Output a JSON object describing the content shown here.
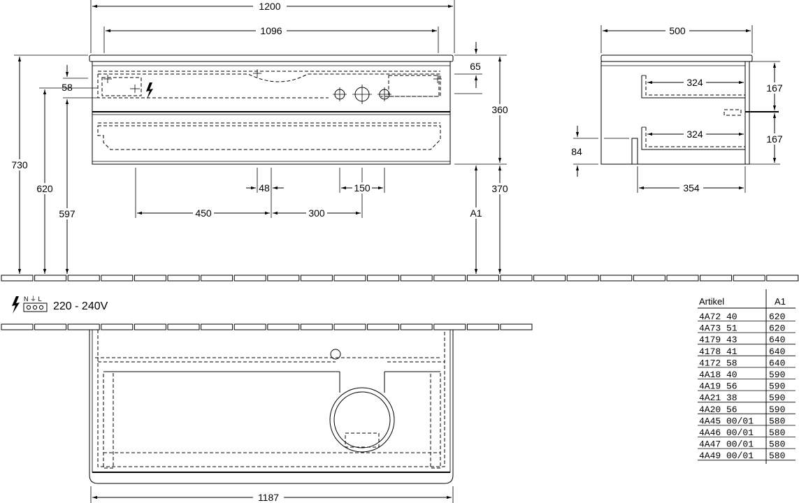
{
  "dimensions": {
    "overall_width": "1200",
    "top_width": "1096",
    "depth": "500",
    "offset_65": "65",
    "height_360": "360",
    "height_370": "370",
    "height_730": "730",
    "height_620": "620",
    "height_597": "597",
    "offset_58": "58",
    "siphon_48": "48",
    "siphon_150": "150",
    "pos_450": "450",
    "pos_300": "300",
    "a1_label": "A1",
    "drawer_324_top": "324",
    "drawer_324_bottom": "324",
    "drawer_167_top": "167",
    "drawer_167_bottom": "167",
    "depth_354": "354",
    "height_84": "84",
    "bottom_width": "1187"
  },
  "power": {
    "voltage": "220 - 240V",
    "terminal_labels": "N ⏚ L"
  },
  "table": {
    "header_article": "Artikel",
    "header_a1": "A1",
    "rows": [
      {
        "article": "4A72  40",
        "a1": "620"
      },
      {
        "article": "4A73  51",
        "a1": "620"
      },
      {
        "article": "4179  43",
        "a1": "640"
      },
      {
        "article": "4178  41",
        "a1": "640"
      },
      {
        "article": "4172  58",
        "a1": "640"
      },
      {
        "article": "4A18  40",
        "a1": "590"
      },
      {
        "article": "4A19  56",
        "a1": "590"
      },
      {
        "article": "4A21  38",
        "a1": "590"
      },
      {
        "article": "4A20  56",
        "a1": "590"
      },
      {
        "article": "4A45  00/01",
        "a1": "580"
      },
      {
        "article": "4A46  00/01",
        "a1": "580"
      },
      {
        "article": "4A47  00/01",
        "a1": "580"
      },
      {
        "article": "4A49  00/01",
        "a1": "580"
      }
    ]
  }
}
